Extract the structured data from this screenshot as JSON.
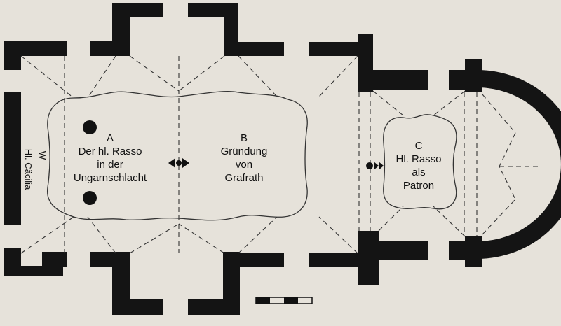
{
  "fields": {
    "A": {
      "letter": "A",
      "lines": [
        "Der hl. Rasso",
        "in der",
        "Ungarnschlacht"
      ]
    },
    "B": {
      "letter": "B",
      "lines": [
        "Gründung",
        "von",
        "Grafrath"
      ]
    },
    "C": {
      "letter": "C",
      "lines": [
        "Hl. Rasso",
        "als",
        "Patron"
      ]
    }
  },
  "west_wall": {
    "orientation": "W",
    "label": "Hl. Cäcilia"
  }
}
